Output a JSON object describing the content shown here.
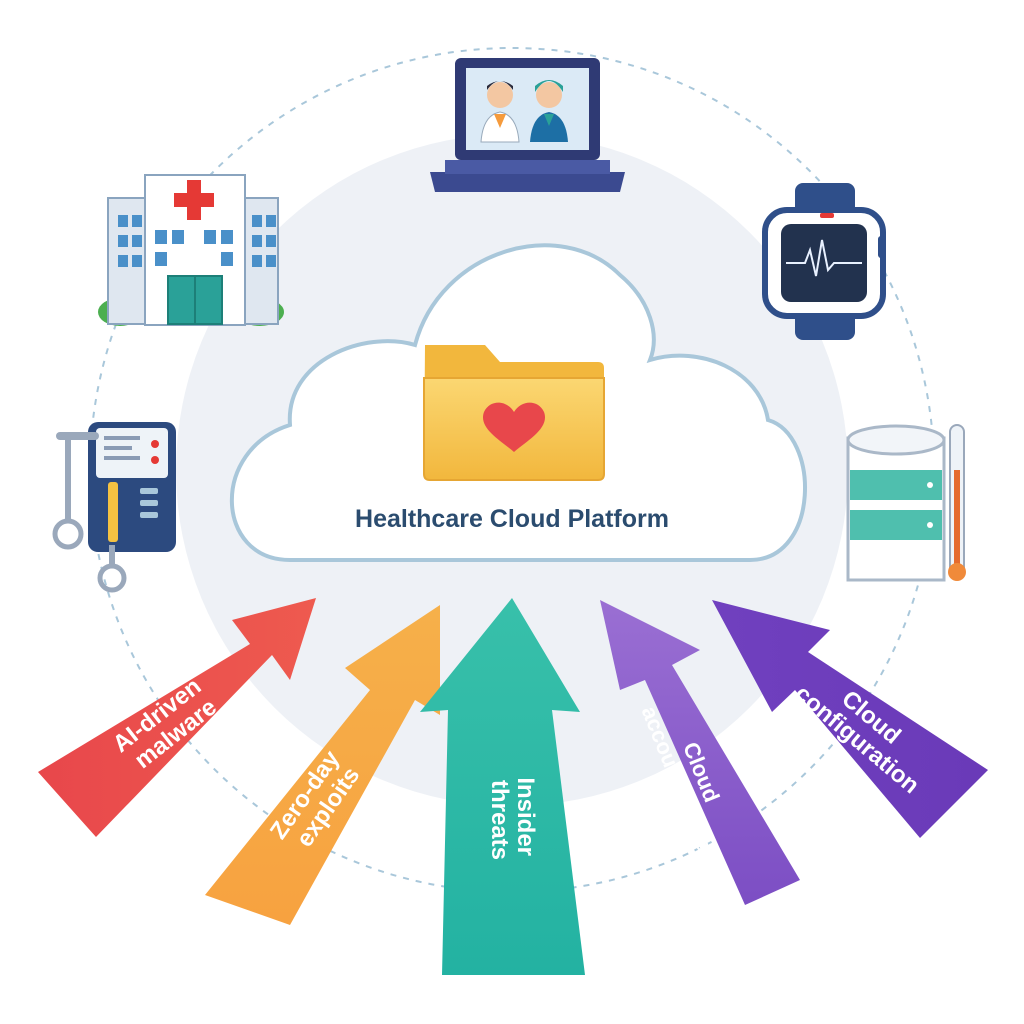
{
  "platform": {
    "title": "Healthcare Cloud Platform"
  },
  "devices": [
    {
      "name": "hospital",
      "icon": "hospital-icon"
    },
    {
      "name": "telemedicine",
      "icon": "laptop-video-call-icon"
    },
    {
      "name": "wearable",
      "icon": "smartwatch-ecg-icon"
    },
    {
      "name": "medical-device",
      "icon": "medical-pump-icon"
    },
    {
      "name": "database",
      "icon": "database-thermometer-icon"
    }
  ],
  "threats": [
    {
      "lines": [
        "AI-driven",
        "malware"
      ],
      "color": "#e8474b"
    },
    {
      "lines": [
        "Zero-day",
        "exploits"
      ],
      "color": "#f5a443"
    },
    {
      "lines": [
        "Insider",
        "threats"
      ],
      "color": "#2fb8a6"
    },
    {
      "lines": [
        "Cloud",
        "account misuse"
      ],
      "color": "#8a5cc9"
    },
    {
      "lines": [
        "Cloud",
        "configuration"
      ],
      "color": "#6a3fbf"
    }
  ],
  "colors": {
    "cloud_stroke": "#a9c7da",
    "title": "#2b4c6f",
    "folder": "#f7c953",
    "heart": "#e8474b",
    "dashed_ring": "#a9c7da"
  }
}
